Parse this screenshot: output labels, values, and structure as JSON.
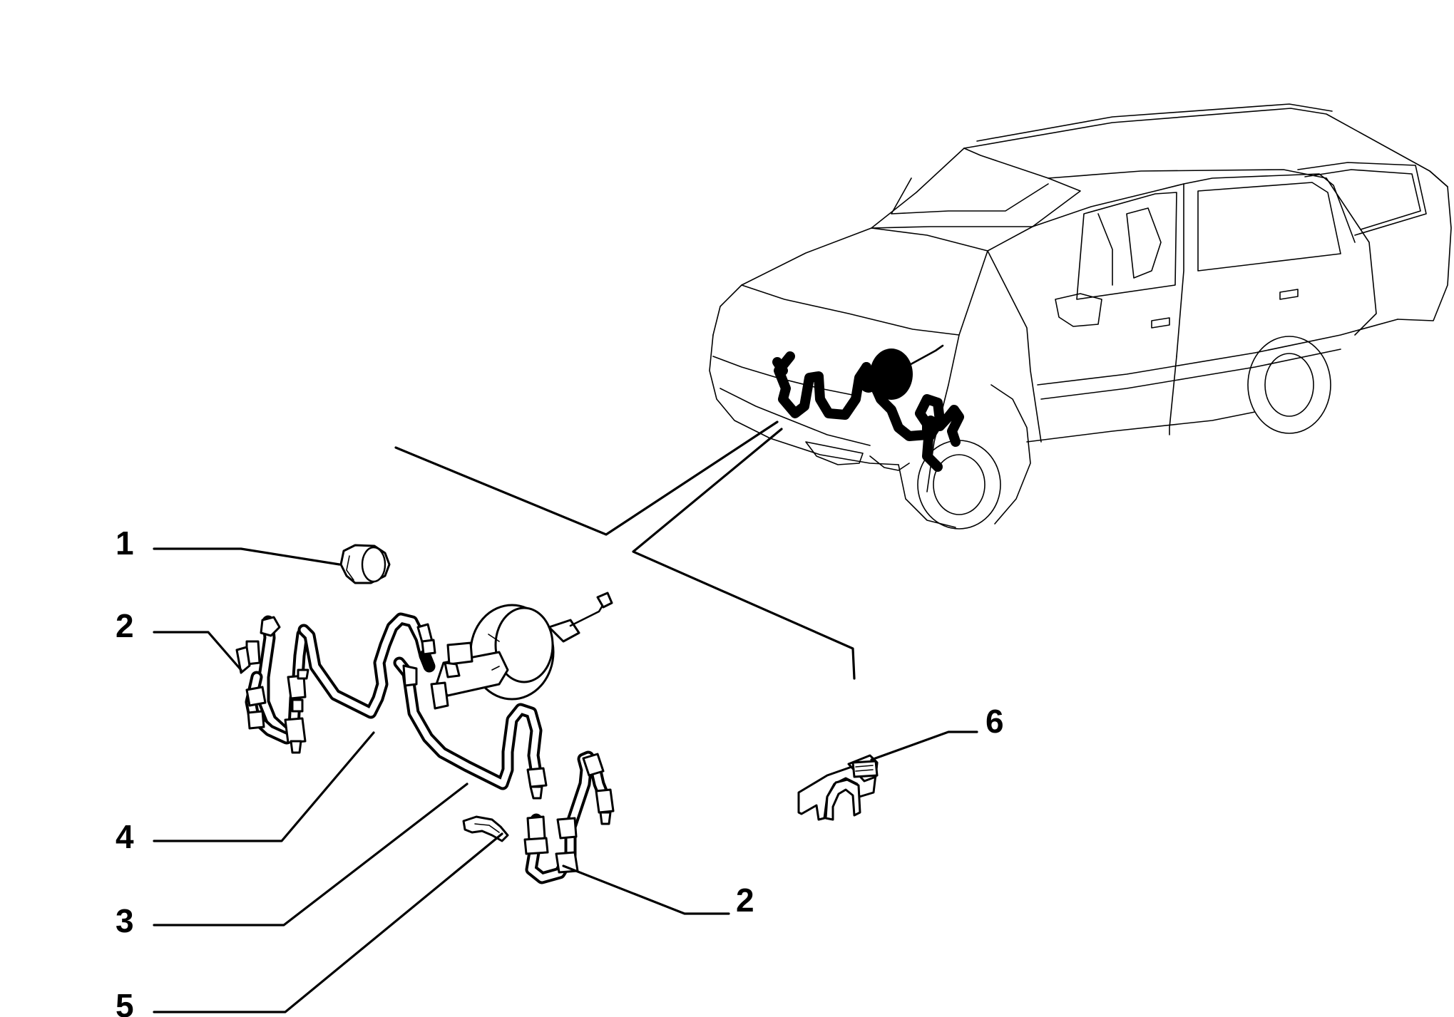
{
  "callouts": [
    {
      "id": "1",
      "label": "1"
    },
    {
      "id": "2a",
      "label": "2"
    },
    {
      "id": "4",
      "label": "4"
    },
    {
      "id": "3",
      "label": "3"
    },
    {
      "id": "5",
      "label": "5"
    },
    {
      "id": "2b",
      "label": "2"
    },
    {
      "id": "6",
      "label": "6"
    }
  ]
}
